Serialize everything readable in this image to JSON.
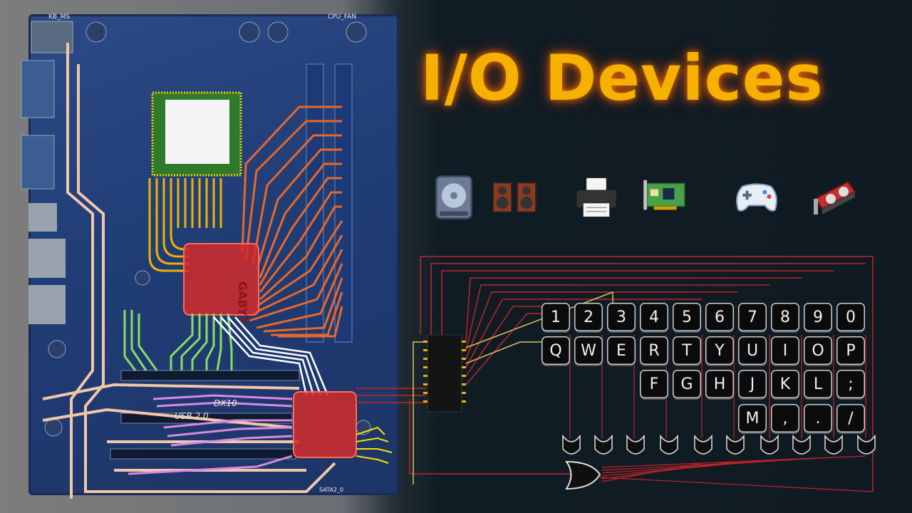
{
  "title": "I/O Devices",
  "board_labels": {
    "kb_ms": "KB_MS",
    "cpu_fan": "CPU_FAN",
    "usb": "USB 2.0",
    "dx10": "DX10",
    "sata": "SATA2_0",
    "chip": "GABYT"
  },
  "icons": [
    "hard-drive-icon",
    "speakers-icon",
    "printer-icon",
    "network-card-icon",
    "gamepad-icon",
    "graphics-card-icon"
  ],
  "keyboard": {
    "rows": [
      [
        "1",
        "2",
        "3",
        "4",
        "5",
        "6",
        "7",
        "8",
        "9",
        "0"
      ],
      [
        "Q",
        "W",
        "E",
        "R",
        "T",
        "Y",
        "U",
        "I",
        "O",
        "P"
      ],
      [
        "",
        "",
        "",
        "F",
        "G",
        "H",
        "J",
        "K",
        "L",
        ";"
      ],
      [
        "",
        "",
        "",
        "",
        "",
        "",
        "M",
        ",",
        ".",
        "/"
      ]
    ]
  },
  "colors": {
    "title": "#f5b000",
    "cpu_traces": "#f0b000",
    "chipset_traces": "#e8682a",
    "pci_traces": "#88dd66",
    "usb_traces": "#d98ae0",
    "aux_traces": "#f2c6a8",
    "wires": "#c0242a"
  }
}
